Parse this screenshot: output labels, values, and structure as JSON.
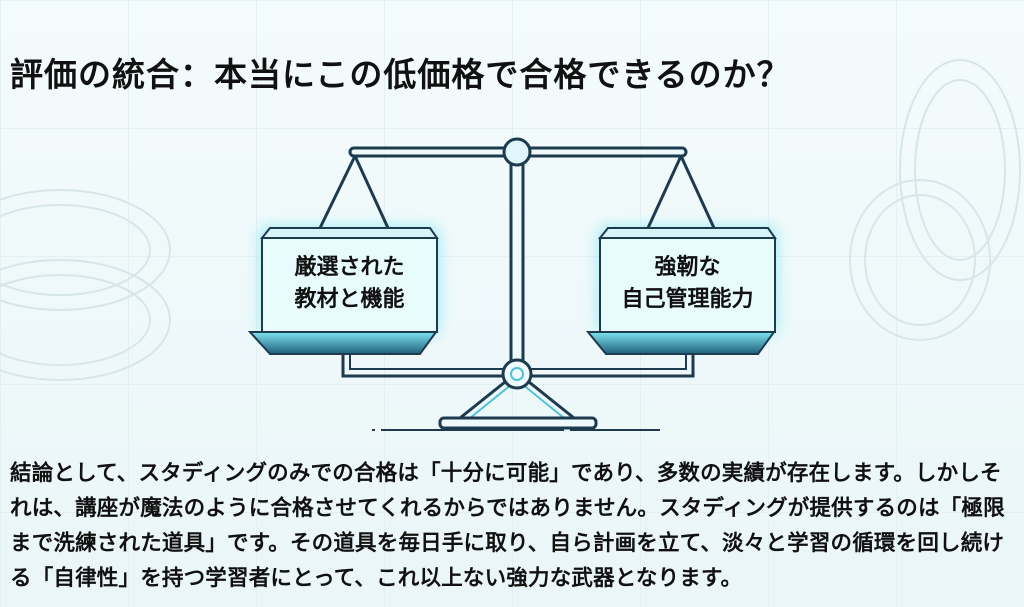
{
  "title": "評価の統合：本当にこの低価格で合格できるのか？",
  "left_pan": {
    "line1": "厳選された",
    "line2": "教材と機能"
  },
  "right_pan": {
    "line1": "強靭な",
    "line2": "自己管理能力"
  },
  "conclusion": "結論として、スタディングのみでの合格は「十分に可能」であり、多数の実績が存在します。しかしそれは、講座が魔法のように合格させてくれるからではありません。スタディングが提供するのは「極限まで洗練された道具」です。その道具を毎日手に取り、自ら計画を立て、淡々と学習の循環を回し続ける「自律性」を持つ学習者にとって、これ以上ない強力な武器となります。",
  "colors": {
    "line": "#1e3a4f",
    "glow": "#5fe0ef",
    "box": "#e6fbfd",
    "pan": "#2a6f8a"
  }
}
